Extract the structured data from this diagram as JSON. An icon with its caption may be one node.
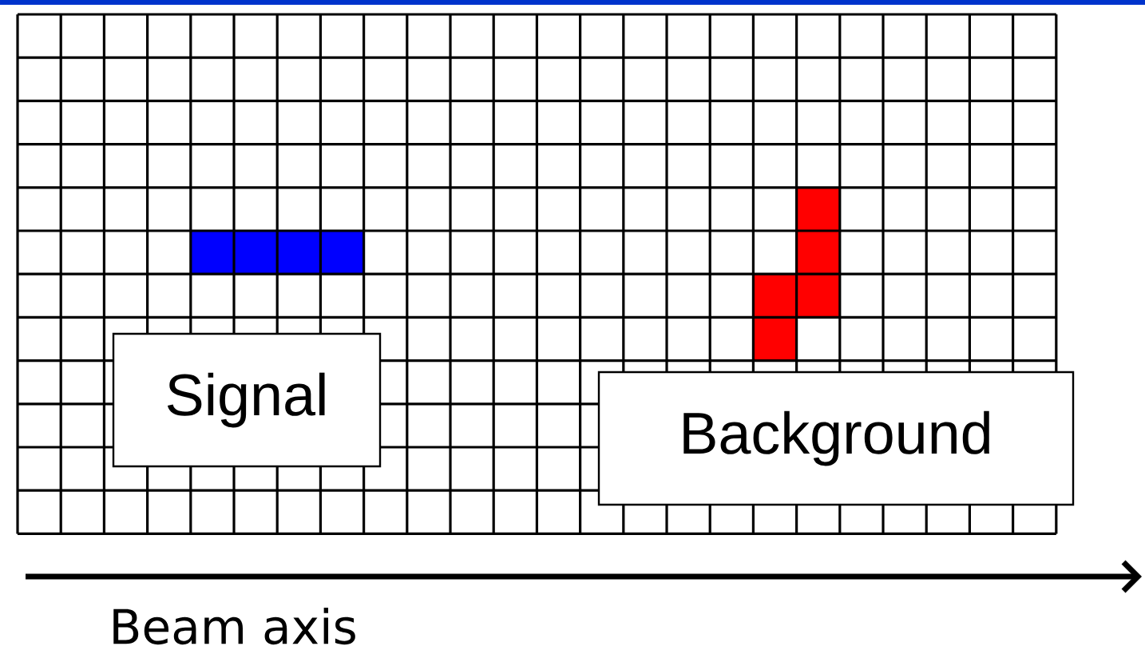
{
  "diagram": {
    "nodes": [
      {
        "text": [
          "Signal"
        ]
      },
      {
        "text": [
          "Background"
        ]
      }
    ],
    "labels": [
      "Beam axis"
    ]
  }
}
